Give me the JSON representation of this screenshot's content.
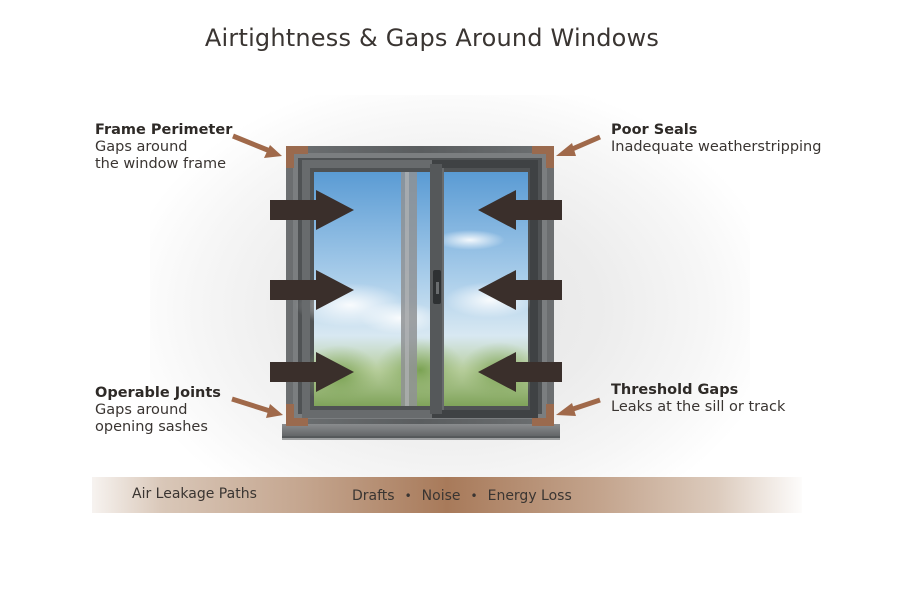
{
  "title": "Airtightness & Gaps Around Windows",
  "callouts": {
    "frame_perimeter": {
      "heading": "Frame Perimeter",
      "desc": "Gaps around\nthe window frame"
    },
    "poor_seals": {
      "heading": "Poor Seals",
      "desc": "Inadequate weatherstripping"
    },
    "operable_joints": {
      "heading": "Operable Joints",
      "desc": "Gaps around\nopening sashes"
    },
    "threshold_gaps": {
      "heading": "Threshold Gaps",
      "desc": "Leaks at the sill or track"
    }
  },
  "banner": {
    "label": "Air Leakage Paths",
    "terms": [
      "Drafts",
      "Noise",
      "Energy Loss"
    ]
  },
  "colors": {
    "frame": "#5b5e60",
    "arrow": "#3a2f2b",
    "pointer": "#a0694a",
    "corner": "#9a6a4e",
    "text": "#3a3532"
  }
}
